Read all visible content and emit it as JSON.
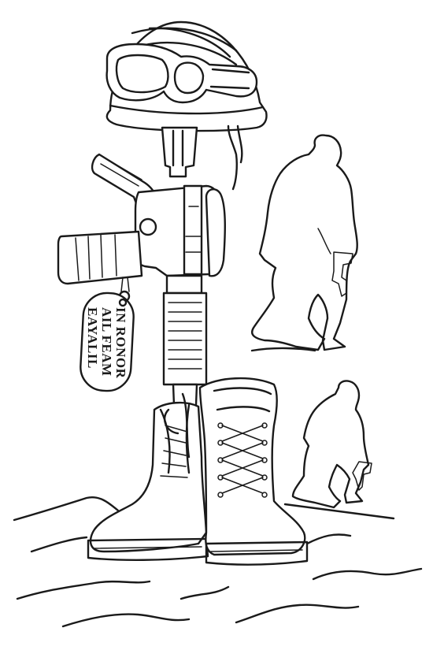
{
  "illustration": {
    "style": "line-art coloring page",
    "stroke_color": "#1a1a1a",
    "background_color": "#ffffff",
    "dog_tag": {
      "lines": [
        "IN RONOR",
        "AIL FEAM",
        "EAYALIL"
      ]
    }
  }
}
